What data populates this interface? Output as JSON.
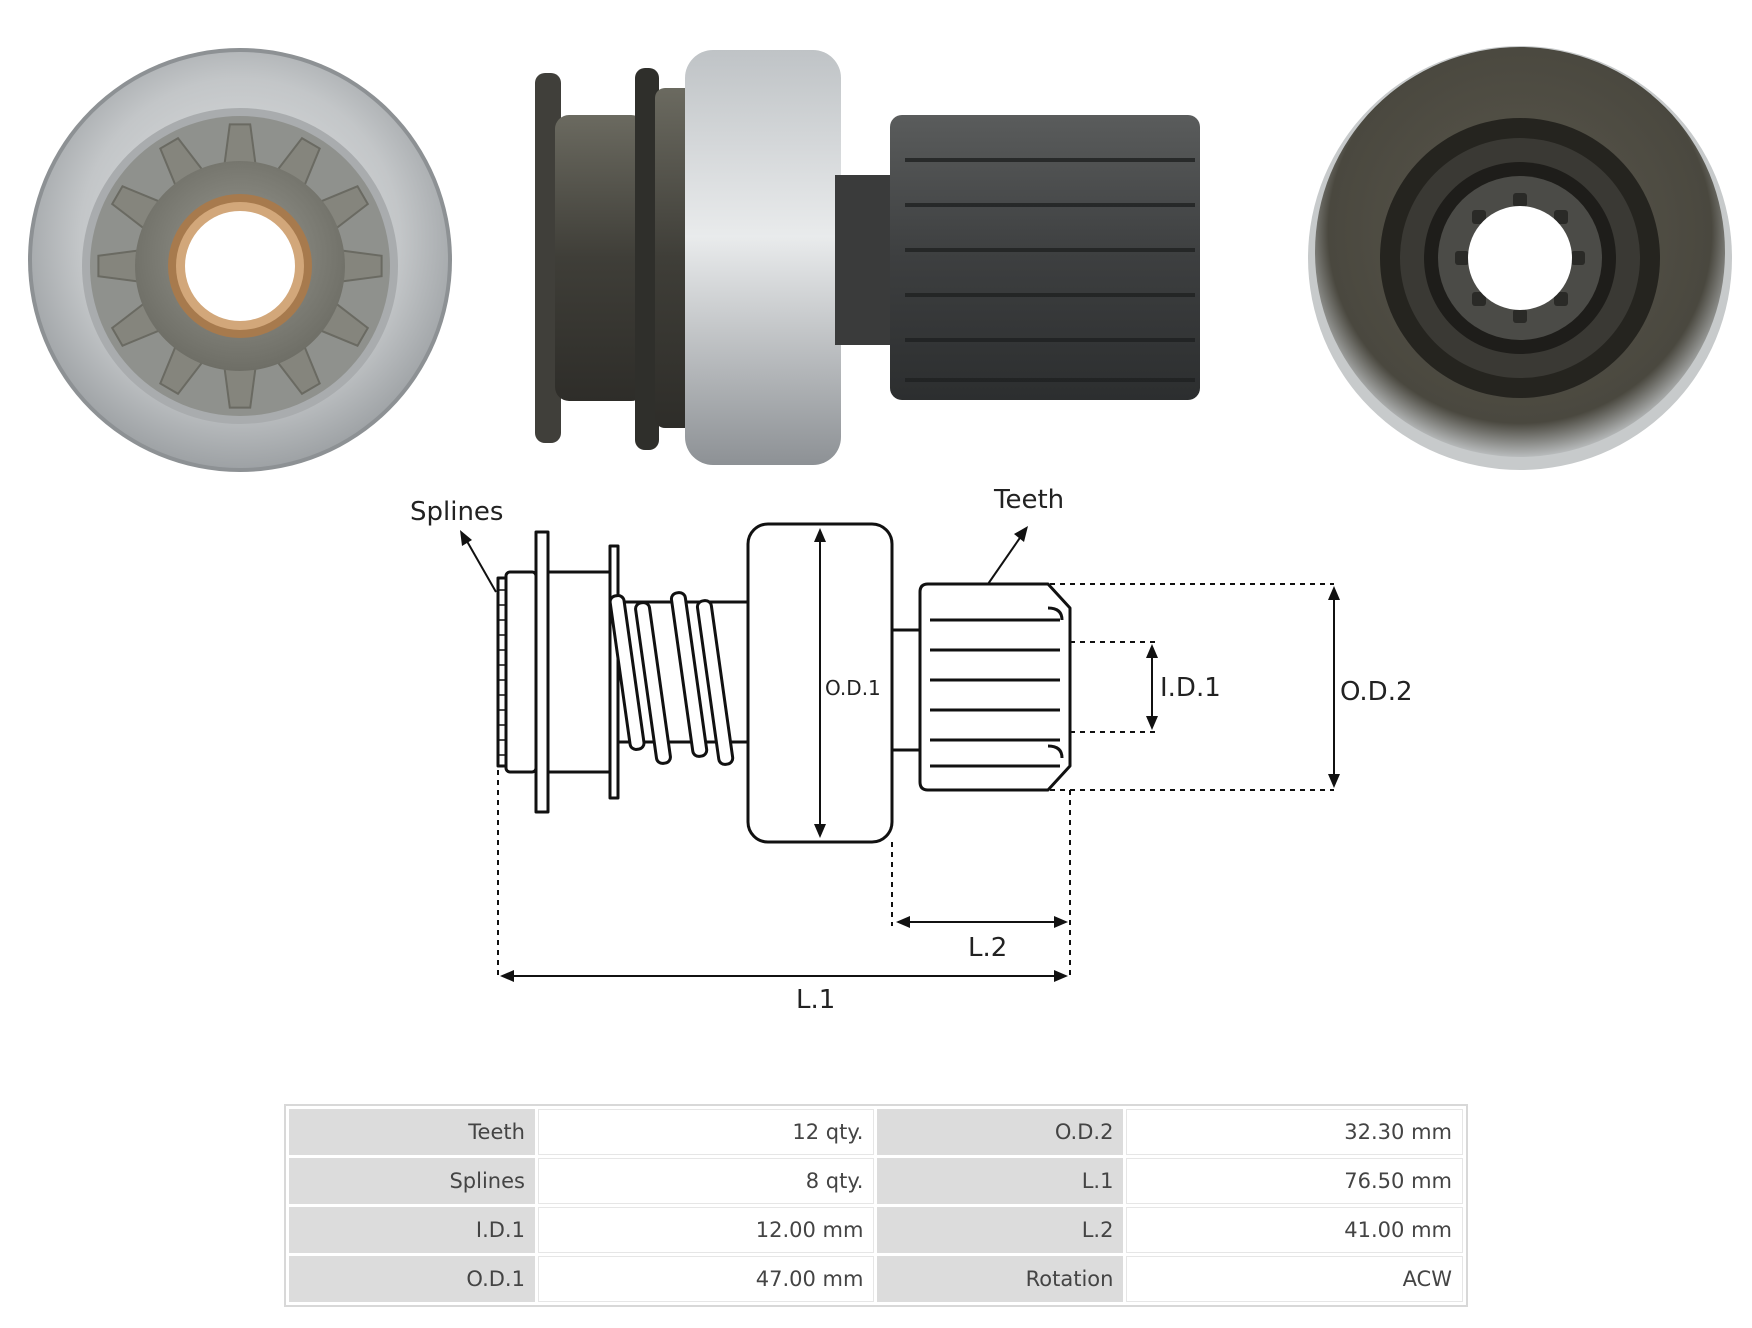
{
  "diagram": {
    "labels": {
      "splines": "Splines",
      "teeth": "Teeth",
      "od1": "O.D.1",
      "id1": "I.D.1",
      "od2": "O.D.2",
      "l1": "L.1",
      "l2": "L.2"
    }
  },
  "specs": {
    "rows": [
      {
        "left_label": "Teeth",
        "left_value": "12 qty.",
        "right_label": "O.D.2",
        "right_value": "32.30 mm"
      },
      {
        "left_label": "Splines",
        "left_value": "8 qty.",
        "right_label": "L.1",
        "right_value": "76.50 mm"
      },
      {
        "left_label": "I.D.1",
        "left_value": "12.00 mm",
        "right_label": "L.2",
        "right_value": "41.00 mm"
      },
      {
        "left_label": "O.D.1",
        "left_value": "47.00 mm",
        "right_label": "Rotation",
        "right_value": "ACW"
      }
    ]
  },
  "colors": {
    "metal_light": "#c9cbcc",
    "metal_dark": "#4a4a44",
    "bronze": "#b8865a",
    "table_label_bg": "#dcdcdc"
  }
}
